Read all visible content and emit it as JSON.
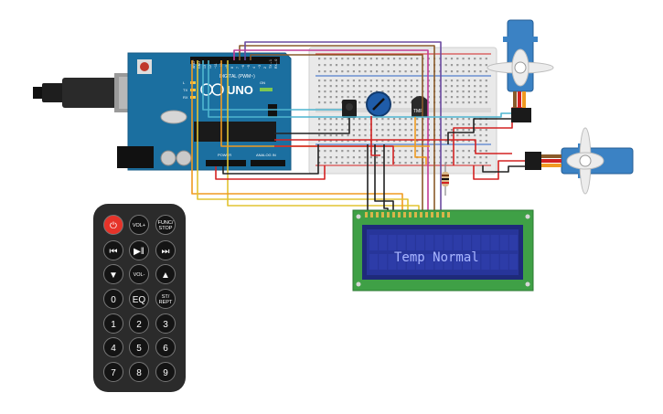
{
  "arduino": {
    "brand": "UNO",
    "pin_labels": [
      "AREF",
      "GND",
      "13",
      "12",
      "~11",
      "~10",
      "~9",
      "8",
      "7",
      "~6",
      "~5",
      "4",
      "~3",
      "2",
      "TX→1",
      "RX←0"
    ],
    "digital_label": "DIGITAL (PWM~)",
    "power_label": "POWER",
    "analog_label": "ANALOG IN",
    "on_label": "ON",
    "tx_label": "TX",
    "rx_label": "RX",
    "l_label": "L"
  },
  "lcd": {
    "text": "Temp Normal",
    "pin_count": 16
  },
  "sensor": {
    "label": "TMP"
  },
  "remote": {
    "buttons": [
      {
        "label": "⏻",
        "name": "power-button"
      },
      {
        "label": "VOL+",
        "name": "vol-up-button"
      },
      {
        "label": "FUNC/STOP",
        "name": "func-stop-button"
      },
      {
        "label": "⏮",
        "name": "prev-button"
      },
      {
        "label": "▶‖",
        "name": "play-pause-button"
      },
      {
        "label": "⏭",
        "name": "next-button"
      },
      {
        "label": "▼",
        "name": "down-button"
      },
      {
        "label": "VOL-",
        "name": "vol-down-button"
      },
      {
        "label": "▲",
        "name": "up-button"
      },
      {
        "label": "0",
        "name": "digit-0-button"
      },
      {
        "label": "EQ",
        "name": "eq-button"
      },
      {
        "label": "ST/REPT",
        "name": "st-rept-button"
      },
      {
        "label": "1",
        "name": "digit-1-button"
      },
      {
        "label": "2",
        "name": "digit-2-button"
      },
      {
        "label": "3",
        "name": "digit-3-button"
      },
      {
        "label": "4",
        "name": "digit-4-button"
      },
      {
        "label": "5",
        "name": "digit-5-button"
      },
      {
        "label": "6",
        "name": "digit-6-button"
      },
      {
        "label": "7",
        "name": "digit-7-button"
      },
      {
        "label": "8",
        "name": "digit-8-button"
      },
      {
        "label": "9",
        "name": "digit-9-button"
      }
    ]
  },
  "colors": {
    "arduino_board": "#1b6fa0",
    "breadboard": "#e9e9e9",
    "lcd_pcb": "#3fa046",
    "lcd_screen": "#27359a",
    "lcd_text": "#8fa0ff",
    "remote_body": "#2b2b2b",
    "remote_power": "#e63329",
    "servo_body": "#3b82c4",
    "wire_red": "#d32222",
    "wire_black": "#222222",
    "wire_orange": "#f09a20",
    "wire_yellow": "#e2c332",
    "wire_brown": "#8a5a2a",
    "wire_magenta": "#c23b94",
    "wire_cyan": "#4fb6d0",
    "wire_purple": "#6b4aa0"
  }
}
